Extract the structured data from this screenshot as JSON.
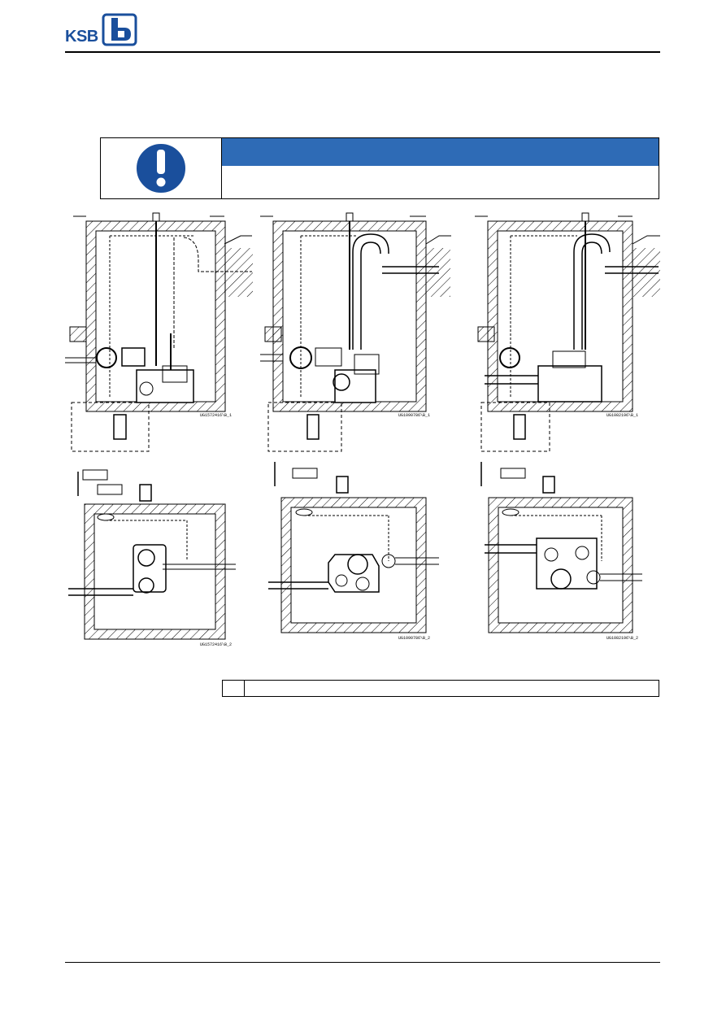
{
  "header": {
    "logo_text": "KSB",
    "brand_color": "#1a4f9c"
  },
  "notice": {
    "icon": "exclamation-mandatory-icon",
    "bar_color": "#2e6bb6",
    "heading": "",
    "body": ""
  },
  "figures": {
    "ids": [
      "UG1572416\\B_1",
      "UG1090786\\B_1",
      "UG1082196\\B_1",
      "UG1572416\\B_2",
      "UG1090786\\B_2",
      "UG1082196\\B_2"
    ]
  },
  "caption": {
    "number": "",
    "text": ""
  }
}
